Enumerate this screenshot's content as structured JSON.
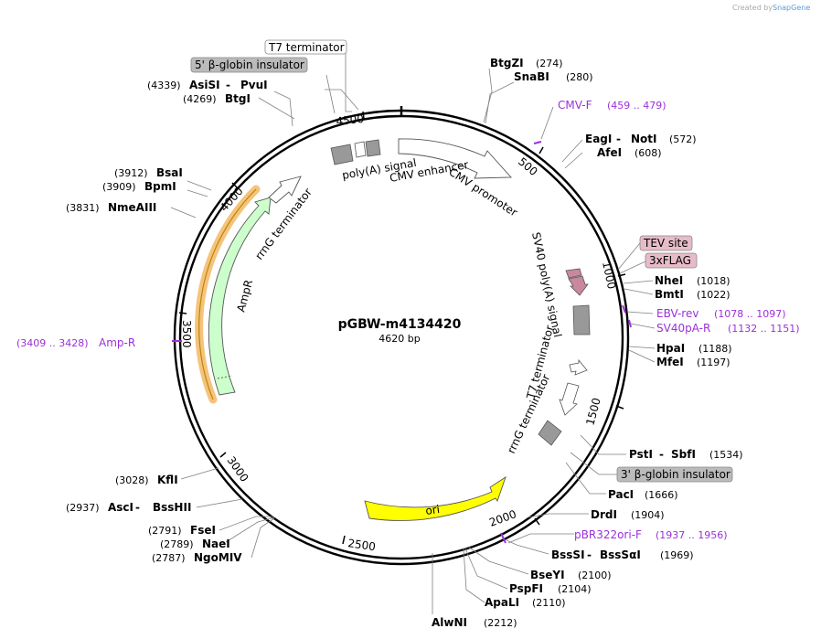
{
  "credit": {
    "prefix": "Created by",
    "brand": "SnapGene"
  },
  "plasmid": {
    "name": "pGBW-m4134420",
    "length": "4620 bp"
  },
  "ticks": [
    "500",
    "1000",
    "1500",
    "2000",
    "2500",
    "3000",
    "3500",
    "4000",
    "4500"
  ],
  "features": {
    "t7_terminator_top": "T7 terminator",
    "globin_5": "5' β-globin insulator",
    "polya_signal": "poly(A) signal",
    "cmv_enhancer": "CMV enhancer",
    "cmv_promoter": "CMV promoter",
    "sv40_polya": "SV40 poly(A) signal",
    "t7_terminator_right": "T7 terminator",
    "rrng_terminator_right": "rrnG terminator",
    "rrng_terminator_left": "rrnG terminator",
    "ampr": "AmpR",
    "ori": "ori",
    "tev_site": "TEV site",
    "flag3x": "3xFLAG",
    "globin_3": "3' β-globin insulator"
  },
  "sites": {
    "btgzi": {
      "name": "BtgZI",
      "pos": "(274)"
    },
    "snabi": {
      "name": "SnaBI",
      "pos": "(280)"
    },
    "eagi_noti": {
      "name1": "EagI",
      "sep": " - ",
      "name2": "NotI",
      "pos": "(572)"
    },
    "afei": {
      "name": "AfeI",
      "pos": "(608)"
    },
    "nhei": {
      "name": "NheI",
      "pos": "(1018)"
    },
    "bmti": {
      "name": "BmtI",
      "pos": "(1022)"
    },
    "hpai": {
      "name": "HpaI",
      "pos": "(1188)"
    },
    "mfei": {
      "name": "MfeI",
      "pos": "(1197)"
    },
    "psti_sbfi": {
      "name1": "PstI",
      "sep": " - ",
      "name2": "SbfI",
      "pos": "(1534)"
    },
    "paci": {
      "name": "PacI",
      "pos": "(1666)"
    },
    "drdi": {
      "name": "DrdI",
      "pos": "(1904)"
    },
    "bsssi_bsssai": {
      "name1": "BssSI",
      "sep": " - ",
      "name2": "BssSαI",
      "pos": "(1969)"
    },
    "bseyi": {
      "name": "BseYI",
      "pos": "(2100)"
    },
    "pspfi": {
      "name": "PspFI",
      "pos": "(2104)"
    },
    "apali": {
      "name": "ApaLI",
      "pos": "(2110)"
    },
    "alwni": {
      "name": "AlwNI",
      "pos": "(2212)"
    },
    "ngomiv": {
      "name": "NgoMIV",
      "pos": "(2787)"
    },
    "naei": {
      "name": "NaeI",
      "pos": "(2789)"
    },
    "fsei": {
      "name": "FseI",
      "pos": "(2791)"
    },
    "asci_bsshii": {
      "name1": "AscI",
      "sep": " - ",
      "name2": "BssHII",
      "pos": "(2937)"
    },
    "kfli": {
      "name": "KflI",
      "pos": "(3028)"
    },
    "nmeaiii": {
      "name": "NmeAIII",
      "pos": "(3831)"
    },
    "bpmi": {
      "name": "BpmI",
      "pos": "(3909)"
    },
    "bsai": {
      "name": "BsaI",
      "pos": "(3912)"
    },
    "btgi": {
      "name": "BtgI",
      "pos": "(4269)"
    },
    "asisi_pvui": {
      "name1": "AsiSI",
      "sep": " - ",
      "name2": "PvuI",
      "pos": "(4339)"
    }
  },
  "primers": {
    "cmv_f": {
      "name": "CMV-F",
      "range": "(459 .. 479)"
    },
    "ebv_rev": {
      "name": "EBV-rev",
      "range": "(1078 .. 1097)"
    },
    "sv40pa_r": {
      "name": "SV40pA-R",
      "range": "(1132 .. 1151)"
    },
    "pbr322ori_f": {
      "name": "pBR322ori-F",
      "range": "(1937 .. 1956)"
    },
    "amp_r": {
      "name": "Amp-R",
      "range": "(3409 .. 3428)"
    }
  },
  "colors": {
    "primer": "#9b30d9",
    "ampr_fill": "#ccffcc",
    "ampr_highlight": "#f5c37a",
    "ori_fill": "#ffff00",
    "tev_fill": "#e7bcc8",
    "terminator_fill": "#999999",
    "insulator_fill": "#bbbbbb"
  }
}
